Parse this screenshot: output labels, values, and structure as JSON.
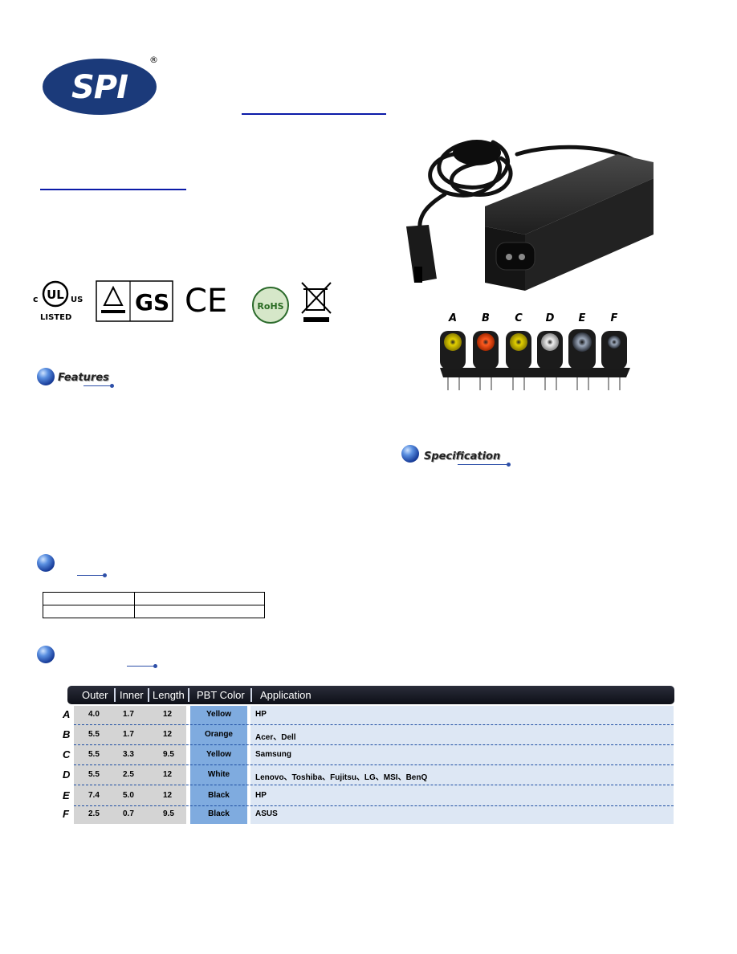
{
  "brand": {
    "logo_text": "SPI",
    "registered_mark": "®"
  },
  "certifications": {
    "ul_prefix": "c",
    "ul_mark": "UL",
    "ul_suffix": "US",
    "ul_listed": "LISTED",
    "gs_mark": "GS",
    "ce_mark": "CE",
    "rohs_mark": "RoHS"
  },
  "sections": {
    "features": "Features",
    "specification": "Specification"
  },
  "tips_labels": [
    "A",
    "B",
    "C",
    "D",
    "E",
    "F"
  ],
  "tip_table": {
    "headers": [
      "Outer",
      "Inner",
      "Length",
      "PBT Color",
      "Application"
    ],
    "rows": [
      {
        "letter": "A",
        "outer": "4.0",
        "inner": "1.7",
        "length": "12",
        "color": "Yellow",
        "application": "HP"
      },
      {
        "letter": "B",
        "outer": "5.5",
        "inner": "1.7",
        "length": "12",
        "color": "Orange",
        "application": "Acer、Dell"
      },
      {
        "letter": "C",
        "outer": "5.5",
        "inner": "3.3",
        "length": "9.5",
        "color": "Yellow",
        "application": "Samsung"
      },
      {
        "letter": "D",
        "outer": "5.5",
        "inner": "2.5",
        "length": "12",
        "color": "White",
        "application": "Lenovo、Toshiba、Fujitsu、LG、MSI、BenQ"
      },
      {
        "letter": "E",
        "outer": "7.4",
        "inner": "5.0",
        "length": "12",
        "color": "Black",
        "application": "HP"
      },
      {
        "letter": "F",
        "outer": "2.5",
        "inner": "0.7",
        "length": "9.5",
        "color": "Black",
        "application": "ASUS"
      }
    ]
  },
  "colors": {
    "brand_navy": "#1b3a7a",
    "rule_blue": "#0b1aa8",
    "table_header": "#0d0f17",
    "pbt_column": "#7fabdf",
    "application_column": "#dde7f4"
  }
}
